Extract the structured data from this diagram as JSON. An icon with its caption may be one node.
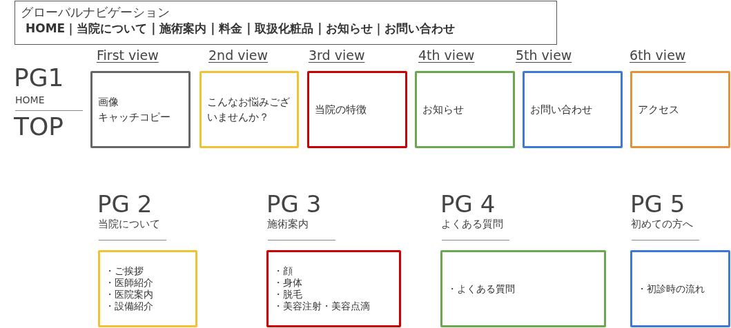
{
  "diagram": {
    "nodes": [
      {
        "text": [
          "グローバルナビゲーション",
          "HOME｜当院について | 施術案内 | 料金 | 取扱化粧品 | お知らせ｜お問い合わせ"
        ]
      },
      {
        "text": [
          "First view",
          "画像",
          "キャッチコピー"
        ]
      },
      {
        "text": [
          "2nd view",
          "こんなお悩みございませんか？"
        ]
      },
      {
        "text": [
          "3rd view",
          "当院の特徴"
        ]
      },
      {
        "text": [
          "4th view",
          "お知らせ"
        ]
      },
      {
        "text": [
          "5th view",
          "お問い合わせ"
        ]
      },
      {
        "text": [
          "6th view",
          "アクセス"
        ]
      },
      {
        "text": [
          "PG 2",
          "当院について",
          "・ご挨拶",
          "・医師紹介",
          "・医院案内",
          "・設備紹介"
        ]
      },
      {
        "text": [
          "PG 3",
          "施術案内",
          "・顔",
          "・身体",
          "・脱毛",
          "・美容注射・美容点滴"
        ]
      },
      {
        "text": [
          "PG 4",
          "よくある質問",
          "・よくある質問"
        ]
      },
      {
        "text": [
          "PG 5",
          "初めての方へ",
          "・初診時の流れ"
        ]
      }
    ],
    "edges": [],
    "labels": [
      "PG1",
      "HOME",
      "TOP"
    ]
  }
}
